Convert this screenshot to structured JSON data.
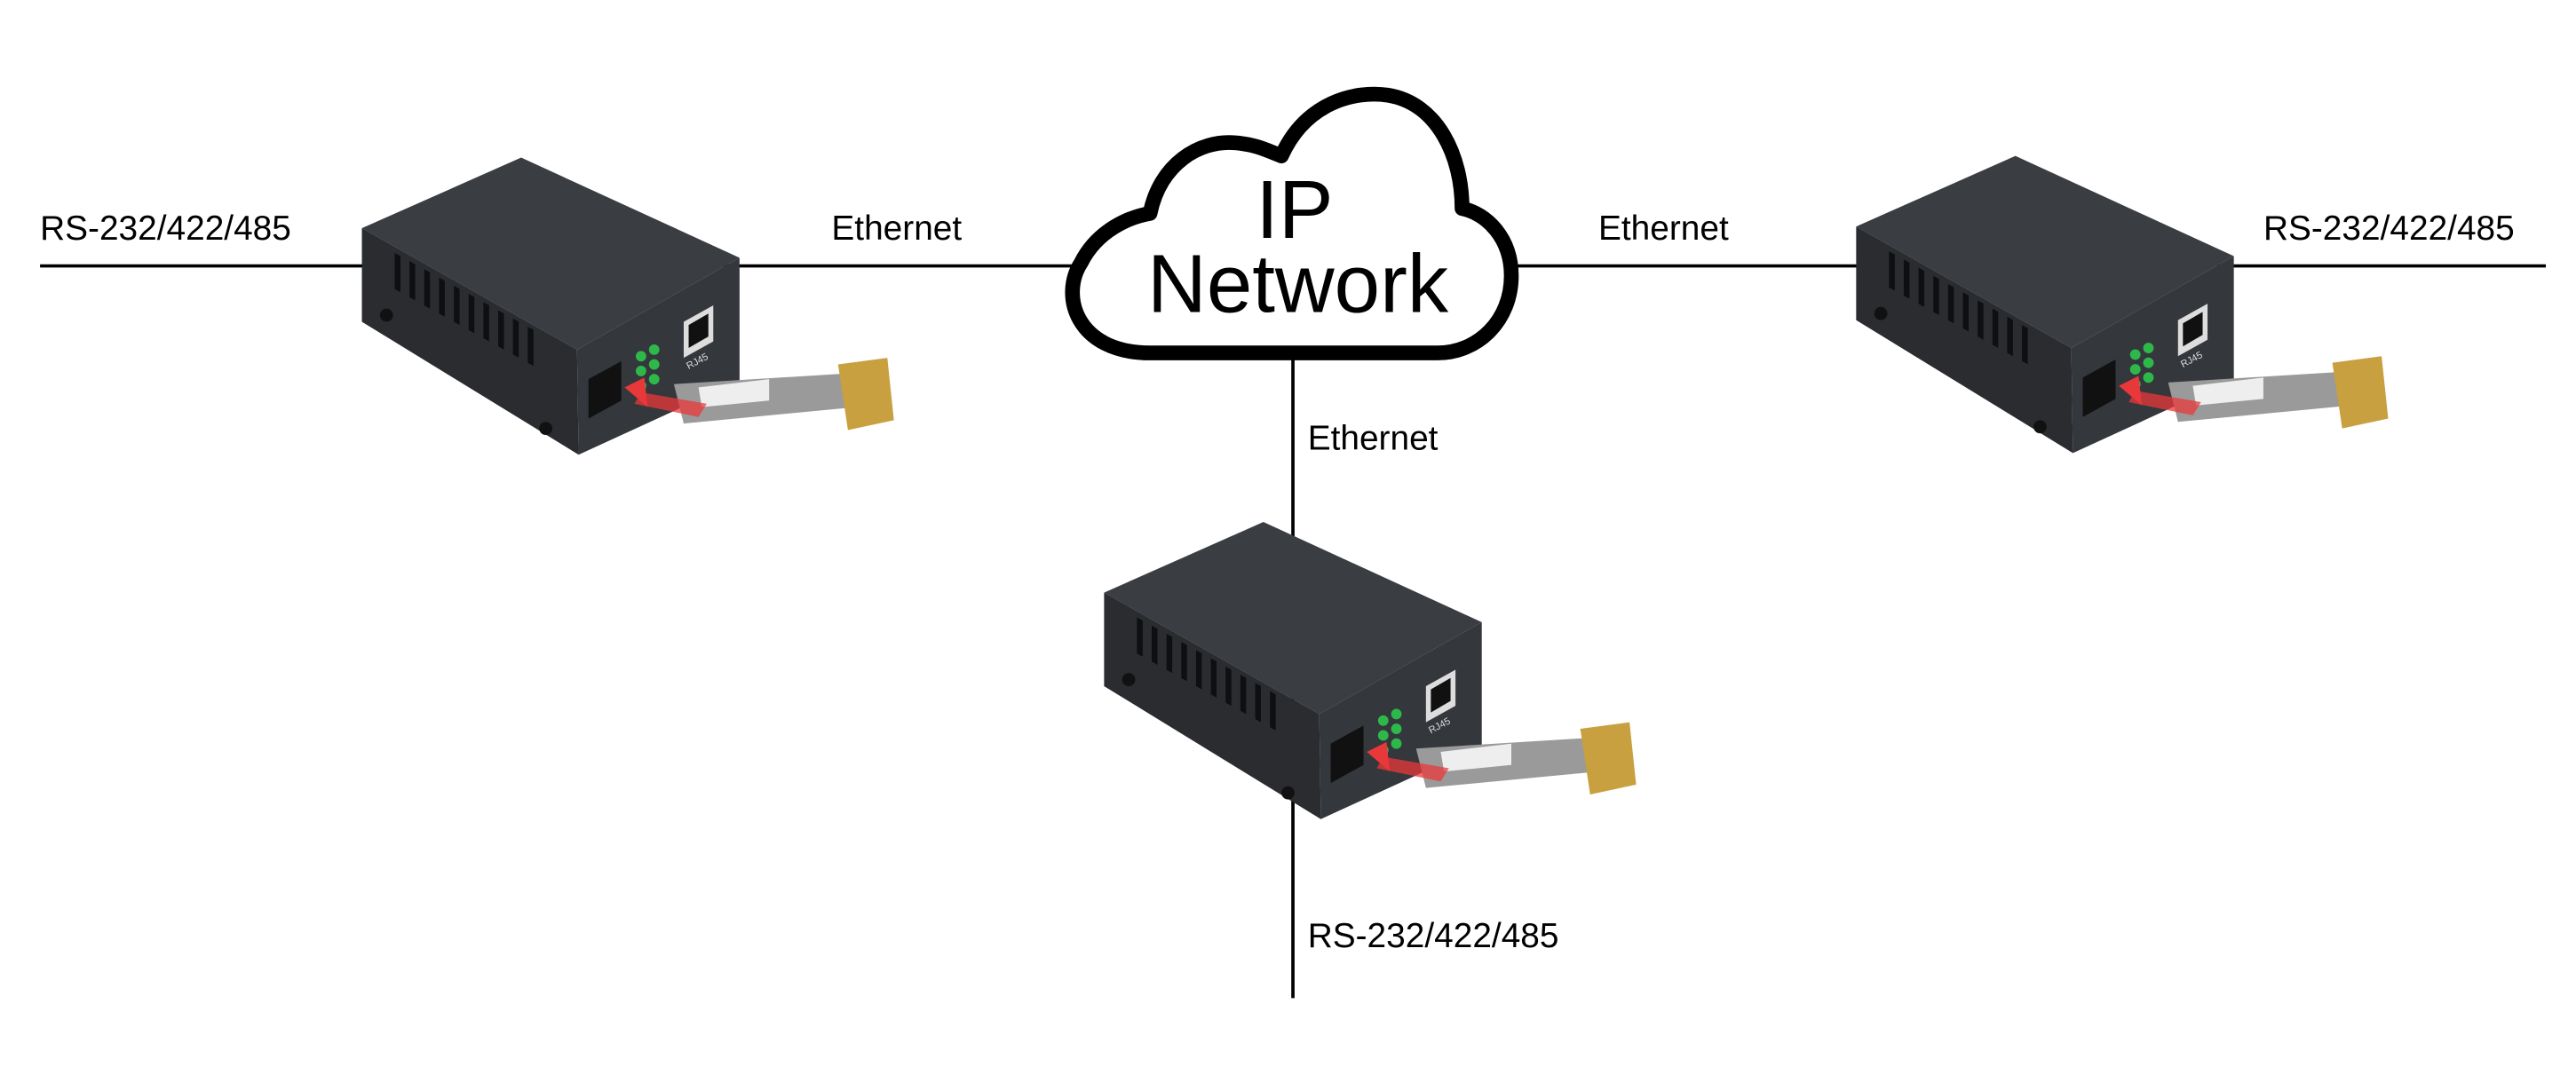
{
  "cloud": {
    "line1": "IP",
    "line2": "Network"
  },
  "links": {
    "left_serial": "RS-232/422/485",
    "left_ethernet": "Ethernet",
    "right_ethernet": "Ethernet",
    "right_serial": "RS-232/422/485",
    "bottom_ethernet": "Ethernet",
    "bottom_serial": "RS-232/422/485"
  },
  "device": {
    "port_label": "RJ45"
  },
  "colors": {
    "device_body": "#2f3237",
    "led": "#2fb84a",
    "arrow": "#e8383a",
    "sfp_metal": "#9a9a9a",
    "sfp_gold": "#c9a040"
  }
}
